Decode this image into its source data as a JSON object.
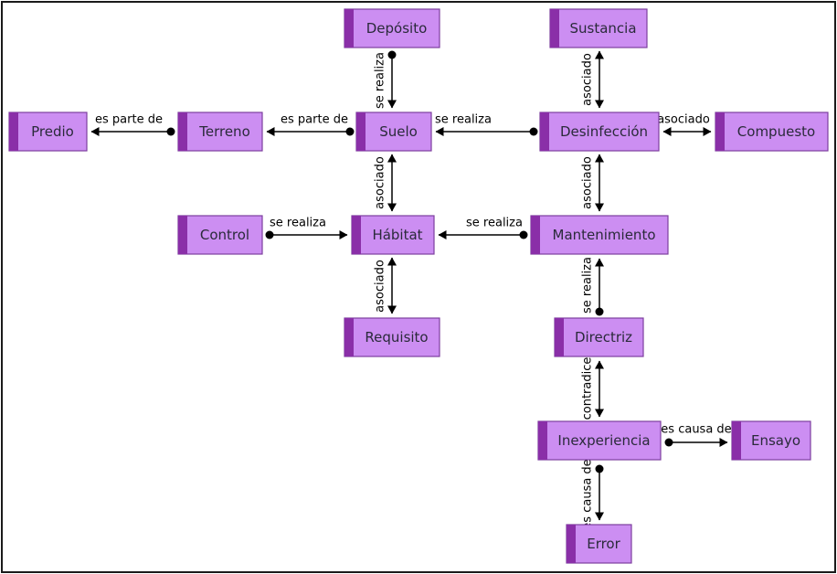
{
  "nodes": [
    {
      "id": "deposito",
      "label": "Depósito"
    },
    {
      "id": "sustancia",
      "label": "Sustancia"
    },
    {
      "id": "predio",
      "label": "Predio"
    },
    {
      "id": "terreno",
      "label": "Terreno"
    },
    {
      "id": "suelo",
      "label": "Suelo"
    },
    {
      "id": "desinfeccion",
      "label": "Desinfección"
    },
    {
      "id": "compuesto",
      "label": "Compuesto"
    },
    {
      "id": "control",
      "label": "Control"
    },
    {
      "id": "habitat",
      "label": "Hábitat"
    },
    {
      "id": "mantenimiento",
      "label": "Mantenimiento"
    },
    {
      "id": "requisito",
      "label": "Requisito"
    },
    {
      "id": "directriz",
      "label": "Directriz"
    },
    {
      "id": "inexperiencia",
      "label": "Inexperiencia"
    },
    {
      "id": "ensayo",
      "label": "Ensayo"
    },
    {
      "id": "error",
      "label": "Error"
    }
  ],
  "edges": [
    {
      "id": "deposito-suelo",
      "label": "se realiza",
      "from": "deposito",
      "to": "suelo",
      "kind": "directed"
    },
    {
      "id": "sustancia-desinfeccion",
      "label": "asociado",
      "from": "sustancia",
      "to": "desinfeccion",
      "kind": "bidirectional"
    },
    {
      "id": "terreno-predio",
      "label": "es parte de",
      "from": "terreno",
      "to": "predio",
      "kind": "directed"
    },
    {
      "id": "suelo-terreno",
      "label": "es parte de",
      "from": "suelo",
      "to": "terreno",
      "kind": "directed"
    },
    {
      "id": "desinfeccion-suelo",
      "label": "se realiza",
      "from": "desinfeccion",
      "to": "suelo",
      "kind": "directed"
    },
    {
      "id": "desinfeccion-compuesto",
      "label": "asociado",
      "from": "desinfeccion",
      "to": "compuesto",
      "kind": "bidirectional"
    },
    {
      "id": "suelo-habitat",
      "label": "asociado",
      "from": "suelo",
      "to": "habitat",
      "kind": "bidirectional"
    },
    {
      "id": "desinfeccion-mantenimiento",
      "label": "asociado",
      "from": "desinfeccion",
      "to": "mantenimiento",
      "kind": "bidirectional"
    },
    {
      "id": "control-habitat",
      "label": "se realiza",
      "from": "control",
      "to": "habitat",
      "kind": "directed"
    },
    {
      "id": "mantenimiento-habitat",
      "label": "se realiza",
      "from": "mantenimiento",
      "to": "habitat",
      "kind": "directed"
    },
    {
      "id": "habitat-requisito",
      "label": "asociado",
      "from": "habitat",
      "to": "requisito",
      "kind": "bidirectional"
    },
    {
      "id": "directriz-mantenimiento",
      "label": "se realiza",
      "from": "directriz",
      "to": "mantenimiento",
      "kind": "directed"
    },
    {
      "id": "directriz-inexperiencia",
      "label": "contradice",
      "from": "directriz",
      "to": "inexperiencia",
      "kind": "bidirectional"
    },
    {
      "id": "inexperiencia-ensayo",
      "label": "es causa de",
      "from": "inexperiencia",
      "to": "ensayo",
      "kind": "directed"
    },
    {
      "id": "inexperiencia-error",
      "label": "es causa de",
      "from": "inexperiencia",
      "to": "error",
      "kind": "directed"
    }
  ]
}
